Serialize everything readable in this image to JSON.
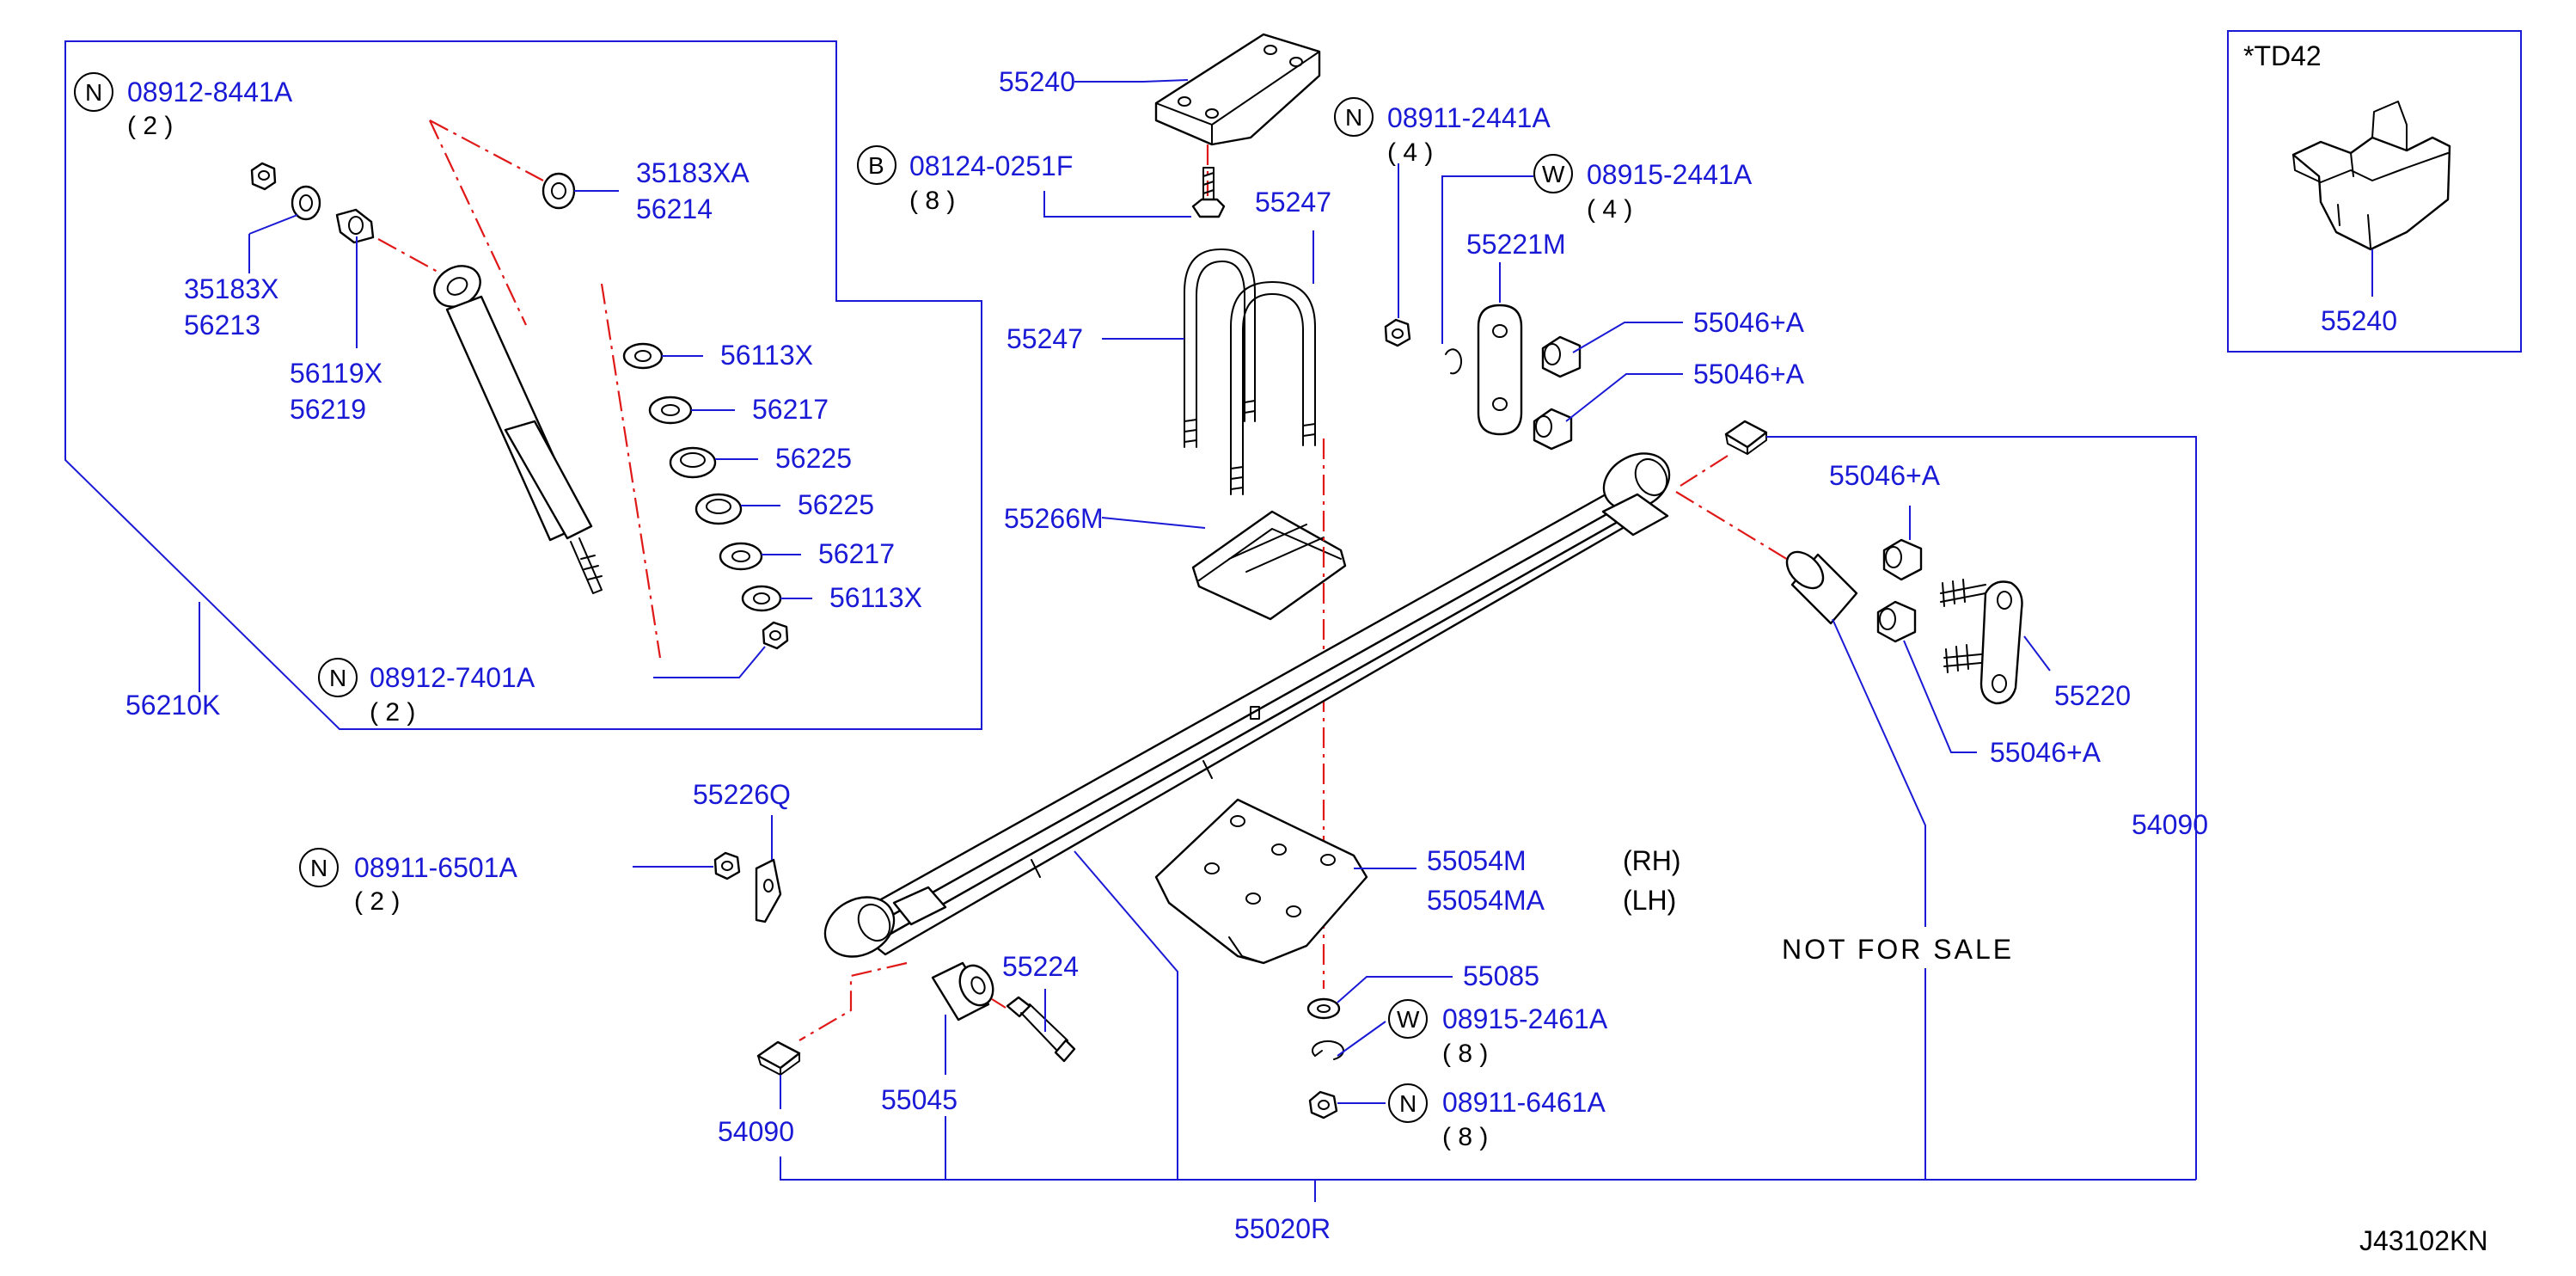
{
  "diagram_code": "J43102KN",
  "inset": {
    "title": "*TD42",
    "part": "55240"
  },
  "note": "NOT FOR SALE",
  "parts": {
    "p55240": "55240",
    "p08124": {
      "prefix": "B",
      "number": "08124-0251F",
      "qty": "( 8 )"
    },
    "p55247a": "55247",
    "p55247b": "55247",
    "p08911_2441": {
      "prefix": "N",
      "number": "08911-2441A",
      "qty": "( 4 )"
    },
    "p08915_2441": {
      "prefix": "W",
      "number": "08915-2441A",
      "qty": "( 4 )"
    },
    "p55221M": "55221M",
    "p55046_1": "55046+A",
    "p55046_2": "55046+A",
    "p55046_3": "55046+A",
    "p55046_4": "55046+A",
    "p55266M": "55266M",
    "p55220": "55220",
    "p54090_r": "54090",
    "p54090_l": "54090",
    "p55054M": {
      "number": "55054M",
      "side": "(RH)"
    },
    "p55054MA": {
      "number": "55054MA",
      "side": "(LH)"
    },
    "p55085": "55085",
    "p08915_2461": {
      "prefix": "W",
      "number": "08915-2461A",
      "qty": "( 8 )"
    },
    "p08911_6461": {
      "prefix": "N",
      "number": "08911-6461A",
      "qty": "( 8 )"
    },
    "p55224": "55224",
    "p55045": "55045",
    "p55020R": "55020R",
    "p55226Q": "55226Q",
    "p08911_6501": {
      "prefix": "N",
      "number": "08911-6501A",
      "qty": "( 2 )"
    },
    "p08912_8441": {
      "prefix": "N",
      "number": "08912-8441A",
      "qty": "( 2 )"
    },
    "p35183XA": "35183XA",
    "p56214": "56214",
    "p35183X": "35183X",
    "p56213": "56213",
    "p56119X": "56119X",
    "p56219": "56219",
    "p56113X_a": "56113X",
    "p56217_a": "56217",
    "p56225_a": "56225",
    "p56225_b": "56225",
    "p56217_b": "56217",
    "p56113X_b": "56113X",
    "p08912_7401": {
      "prefix": "N",
      "number": "08912-7401A",
      "qty": "( 2 )"
    },
    "p56210K": "56210K"
  }
}
